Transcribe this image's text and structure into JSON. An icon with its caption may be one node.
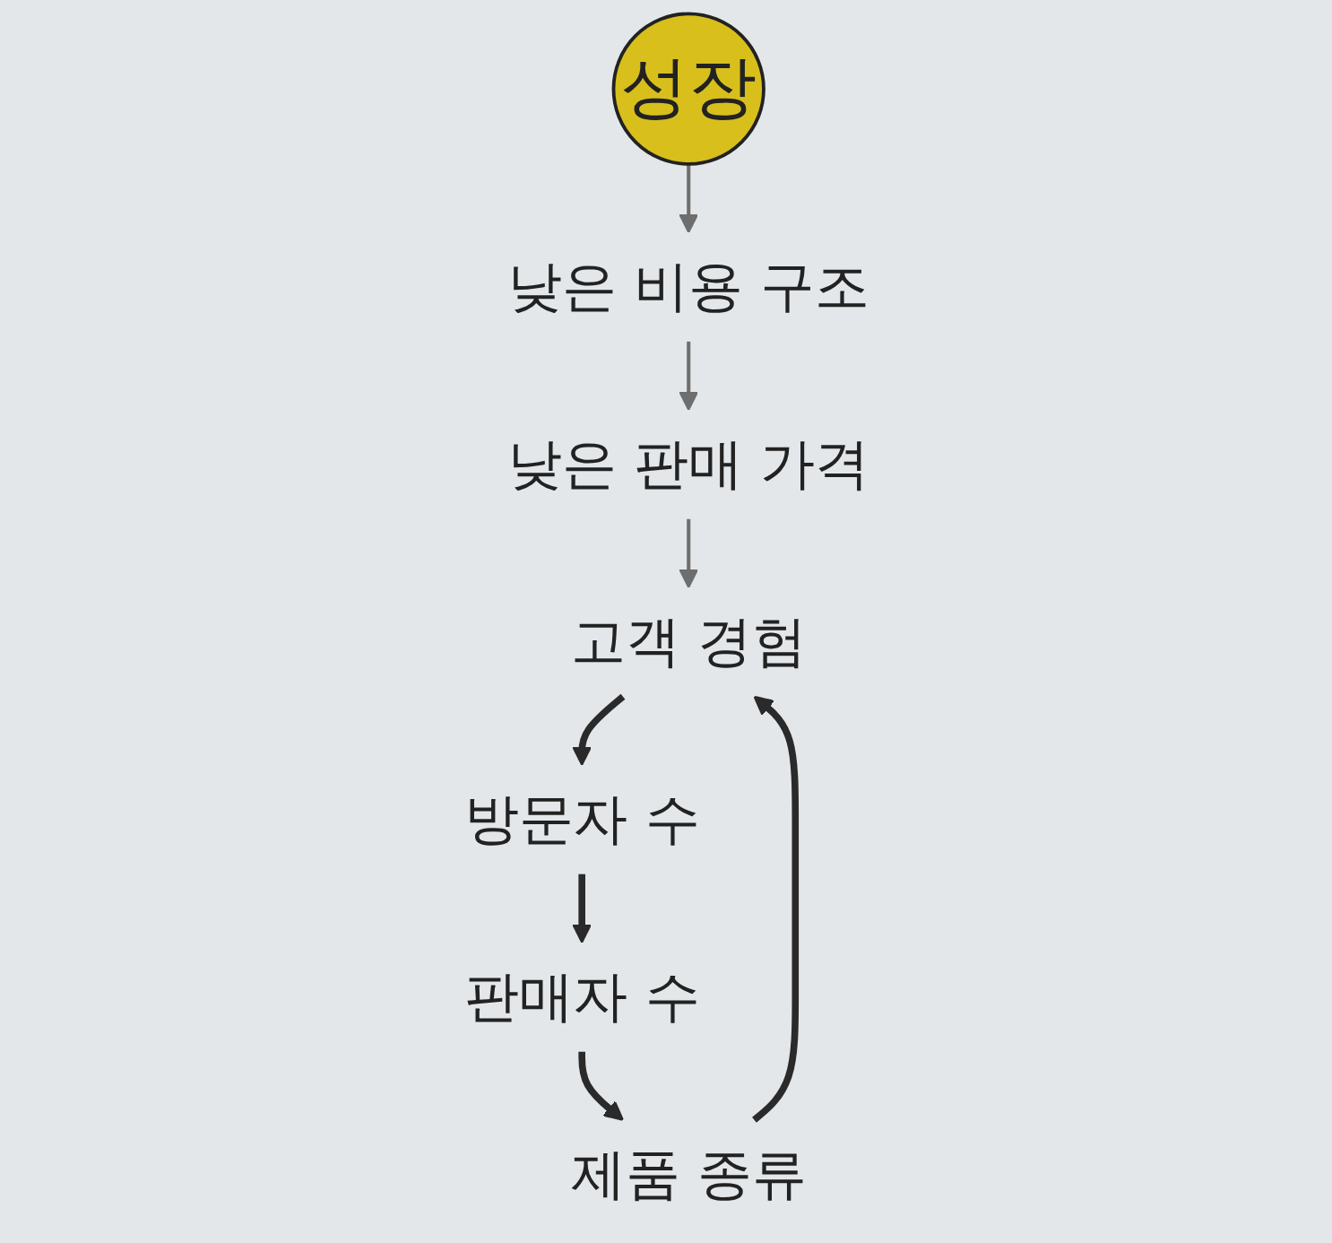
{
  "diagram": {
    "nodes": [
      {
        "text": [
          "낮은 비용 구조"
        ]
      },
      {
        "text": [
          "낮은 판매 가격"
        ]
      },
      {
        "text": [
          "제품 종류"
        ]
      },
      {
        "text": [
          "판매자 수"
        ]
      },
      {
        "text": [
          "성장"
        ]
      },
      {
        "text": [
          "고객 경험"
        ]
      },
      {
        "text": [
          "방문자 수"
        ]
      }
    ],
    "edges": [
      {
        "from": 2,
        "to": 5,
        "arrow": "to"
      },
      {
        "from": 5,
        "to": 6,
        "arrow": "to"
      },
      {
        "from": 6,
        "to": 3,
        "arrow": "to"
      },
      {
        "from": 3,
        "to": 2,
        "arrow": "to"
      },
      {
        "from": 4,
        "to": 0,
        "arrow": "to",
        "color": "#6e6e6e"
      },
      {
        "from": 0,
        "to": 1,
        "arrow": "to",
        "color": "#6e6e6e"
      },
      {
        "from": 1,
        "to": 5,
        "arrow": "to",
        "color": "#6e6e6e"
      }
    ]
  }
}
